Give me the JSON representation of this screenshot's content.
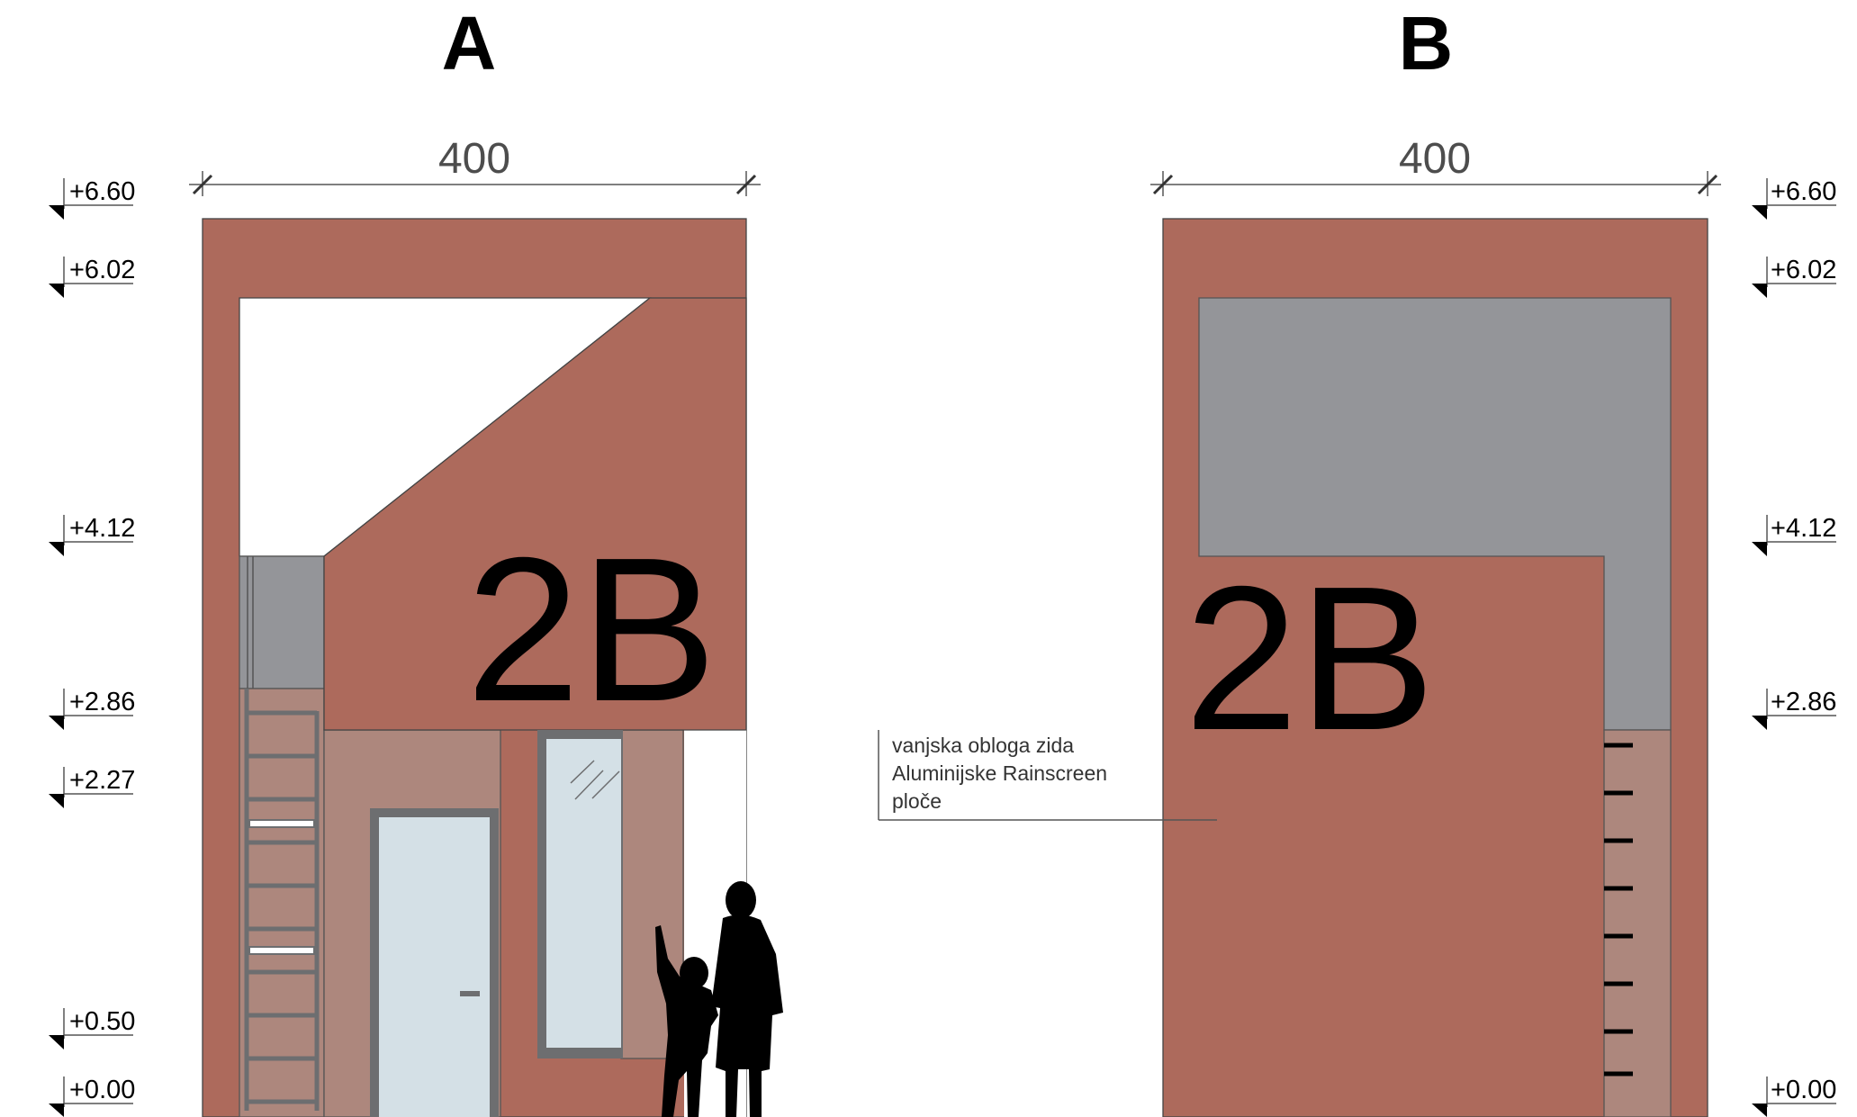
{
  "drawing": {
    "views": [
      {
        "id": "A",
        "title": "A",
        "width_dim": "400",
        "label": "2B"
      },
      {
        "id": "B",
        "title": "B",
        "width_dim": "400",
        "label": "2B"
      }
    ],
    "levels": [
      "+6.60",
      "+6.02",
      "+4.12",
      "+2.86",
      "+2.27",
      "+0.50",
      "+0.00"
    ],
    "levels_right": [
      "+6.60",
      "+6.02",
      "+4.12",
      "+2.86",
      "+0.00"
    ],
    "annotation": {
      "line1": "vanjska obloga zida",
      "line2": "Aluminijske Rainscreen",
      "line3": "ploče"
    },
    "colors": {
      "facade": "#ad6a5c",
      "recess": "#ad877d",
      "grey_panel": "#949599",
      "glass": "#d4e0e6",
      "frame": "#6d6e70"
    }
  }
}
